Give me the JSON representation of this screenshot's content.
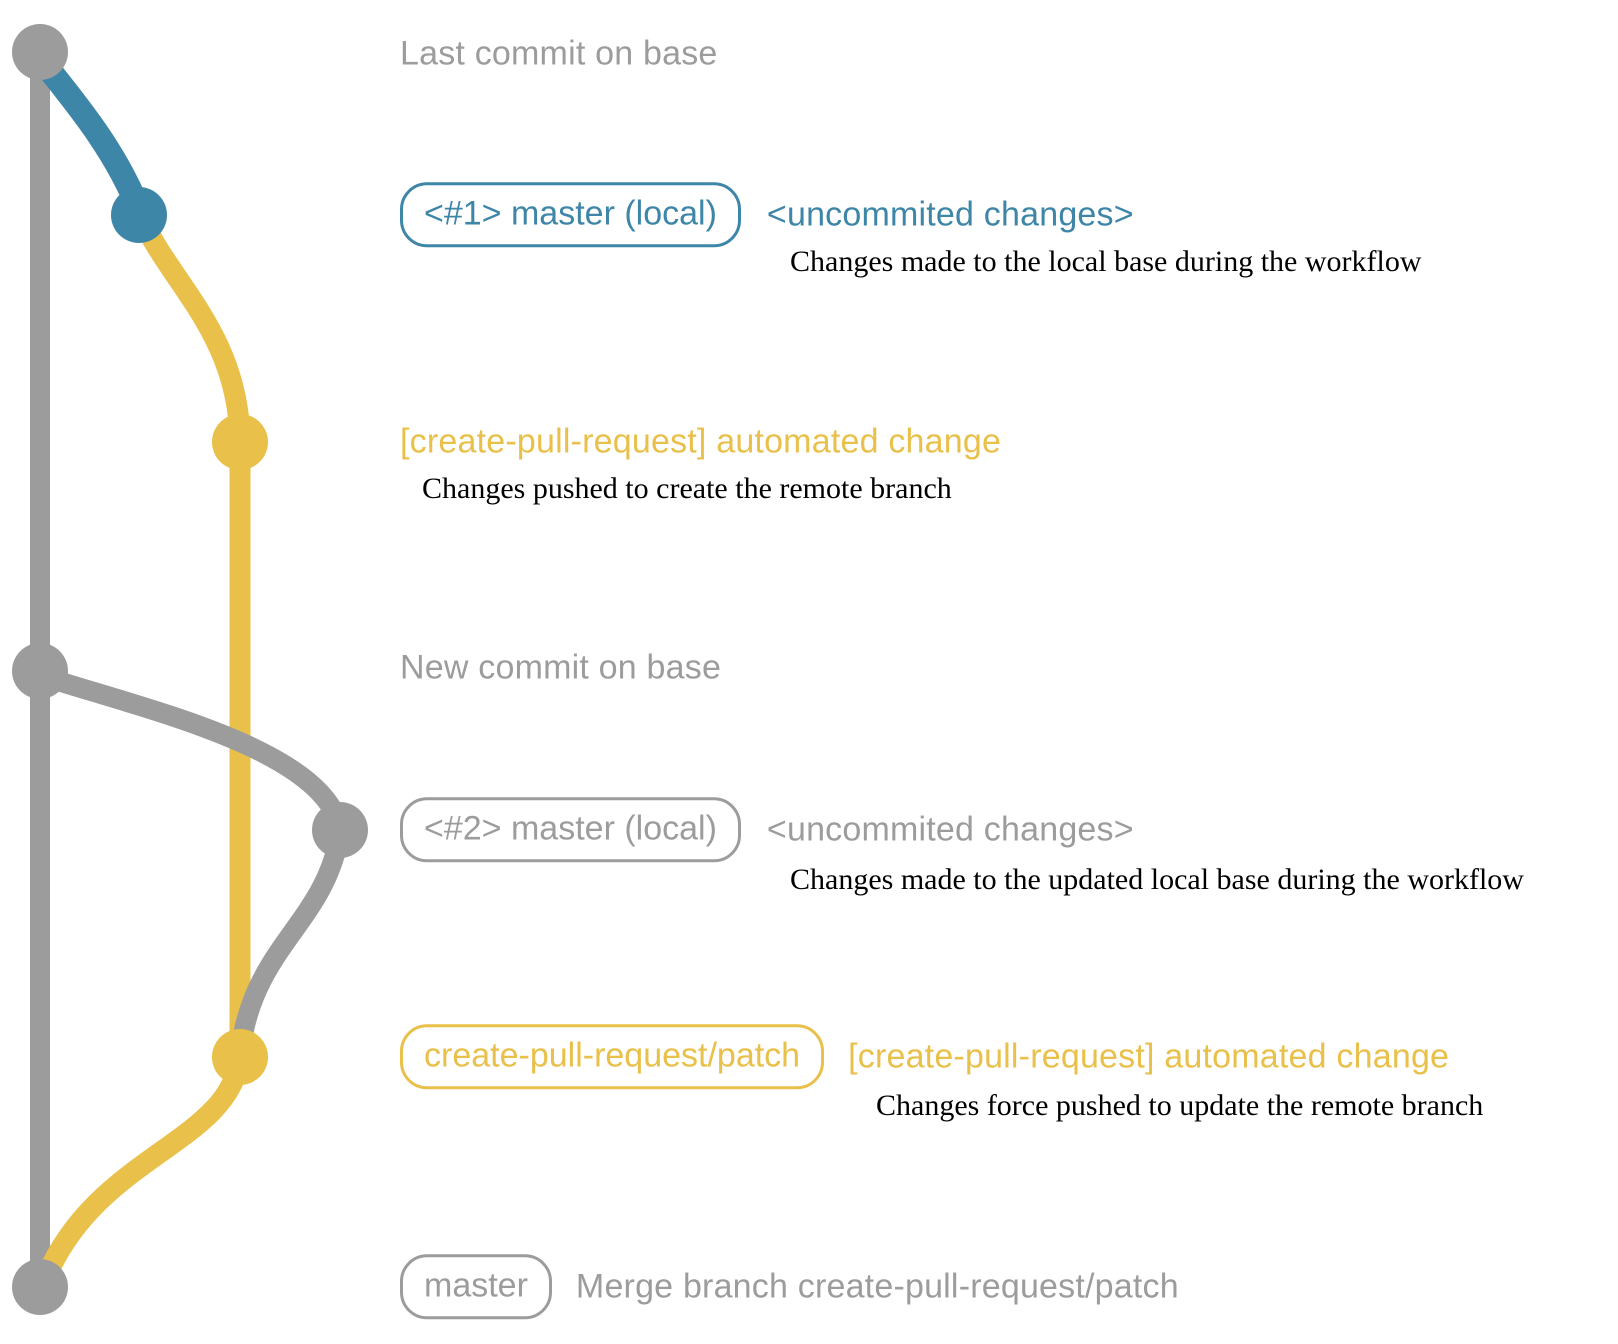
{
  "colors": {
    "base_gray": "#9c9c9c",
    "local_blue": "#3e86a8",
    "patch_yellow": "#e8c04a",
    "description_black": "#000000"
  },
  "rows": [
    {
      "id": "base-last-commit",
      "message": "Last commit on base"
    },
    {
      "id": "local-commit-1",
      "badge": "<#1> master (local)",
      "message": "<uncommited changes>",
      "description": "Changes made to the local base during the workflow"
    },
    {
      "id": "patch-commit-1",
      "message": "[create-pull-request] automated change",
      "description": "Changes pushed to create the remote branch"
    },
    {
      "id": "base-new-commit",
      "message": "New commit on base"
    },
    {
      "id": "local-commit-2",
      "badge": "<#2> master (local)",
      "message": "<uncommited changes>",
      "description": "Changes made to the updated local base during the workflow"
    },
    {
      "id": "patch-commit-2",
      "badge": "create-pull-request/patch",
      "message": "[create-pull-request] automated change",
      "description": "Changes force pushed to update the remote branch"
    },
    {
      "id": "base-merge-commit",
      "badge": "master",
      "message": "Merge branch create-pull-request/patch"
    }
  ],
  "graph": {
    "dots": [
      {
        "id": "base-last-commit",
        "color": "gray"
      },
      {
        "id": "local-commit-1",
        "color": "blue"
      },
      {
        "id": "patch-commit-1",
        "color": "yellow"
      },
      {
        "id": "base-new-commit",
        "color": "gray"
      },
      {
        "id": "local-commit-2",
        "color": "gray"
      },
      {
        "id": "patch-commit-2",
        "color": "yellow"
      },
      {
        "id": "base-merge-commit",
        "color": "gray"
      }
    ]
  }
}
